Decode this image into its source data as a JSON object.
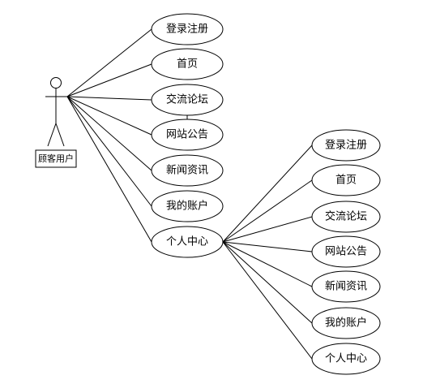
{
  "actor": {
    "label": "顾客用户"
  },
  "main_use_cases": [
    {
      "id": "uc-login",
      "label": "登录注册"
    },
    {
      "id": "uc-home",
      "label": "首页"
    },
    {
      "id": "uc-forum",
      "label": "交流论坛"
    },
    {
      "id": "uc-notice",
      "label": "网站公告"
    },
    {
      "id": "uc-news",
      "label": "新闻资讯"
    },
    {
      "id": "uc-account",
      "label": "我的账户"
    },
    {
      "id": "uc-center",
      "label": "个人中心"
    }
  ],
  "sub_use_cases": [
    {
      "id": "sub-login",
      "label": "登录注册"
    },
    {
      "id": "sub-home",
      "label": "首页"
    },
    {
      "id": "sub-forum",
      "label": "交流论坛"
    },
    {
      "id": "sub-notice",
      "label": "网站公告"
    },
    {
      "id": "sub-news",
      "label": "新闻资讯"
    },
    {
      "id": "sub-account",
      "label": "我的账户"
    },
    {
      "id": "sub-center",
      "label": "个人中心"
    }
  ]
}
